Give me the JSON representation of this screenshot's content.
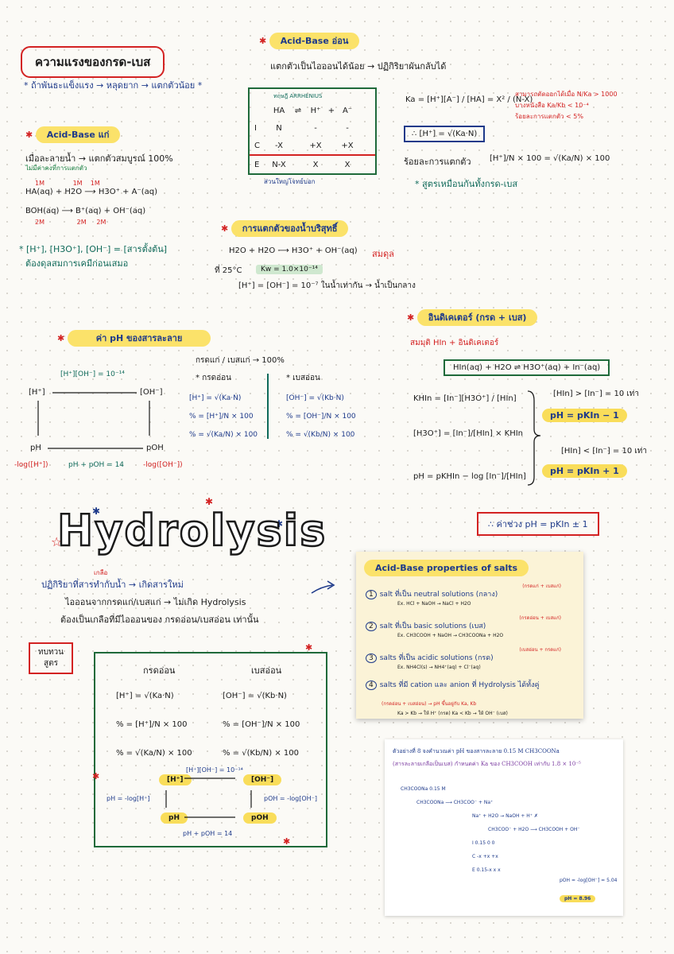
{
  "title": "ความแรงของกรด-เบส",
  "subtitle": "* ถ้าพันธะแข็งแรง → หลุดยาก → แตกตัวน้อย *",
  "strong": {
    "heading": "Acid-Base แก่",
    "line1": "เมื่อละลายน้ำ → แตกตัวสมบูรณ์ 100%",
    "line1_note": "ไม่มีค่าคงที่การแตกตัว",
    "eq1_top": "1M              1M    1M",
    "eq1": "HA(aq) + H2O ⟶ H3O⁺ + A⁻(aq)",
    "eq2": "BOH(aq) ⟶ B⁺(aq) + OH⁻(aq)",
    "eq2_bottom": "2M                2M     2M",
    "note1": "* [H⁺], [H3O⁺], [OH⁻] = [สารตั้งต้น]",
    "note2": "ต้องดุลสมการเคมีก่อนเสมอ"
  },
  "weak": {
    "heading": "Acid-Base อ่อน",
    "line1": "แตกตัวเป็นไอออนได้น้อย → ปฏิกิริยาผันกลับได้",
    "table_note": "ทฤษฎี ARRHENIUS",
    "table_rows": [
      [
        "",
        "HA",
        "⇌",
        "H⁺",
        "+",
        "A⁻"
      ],
      [
        "I",
        "N",
        "",
        "-",
        "",
        "-"
      ],
      [
        "C",
        "-X",
        "",
        "+X",
        "",
        "+X"
      ],
      [
        "E",
        "N-X",
        "",
        "X",
        "",
        "X"
      ]
    ],
    "table_note2": "ส่วนใหญ่โจทย์บอก",
    "ka_eq": "Ka = [H⁺][A⁻] / [HA] = X² / (N-X)",
    "ka_note1": "สามารถตัดออกได้เมื่อ N/Ka > 1000",
    "ka_note2": "บางหนังสือ Ka/Kb < 10⁻⁴",
    "ka_note3": "ร้อยละการแตกตัว < 5%",
    "h_eq": "∴ [H⁺] = √(Ka·N)",
    "percent_label": "ร้อยละการแตกตัว",
    "percent_eq": "[H⁺]/N × 100 = √(Ka/N) × 100",
    "summary": "* สูตรเหมือนกันทั้งกรด-เบส"
  },
  "water": {
    "heading": "การแตกตัวของน้ำบริสุทธิ์",
    "eq": "H2O + H2O ⟶ H3O⁺ + OH⁻(aq)",
    "balance": "สมดุล",
    "kw_prefix": "ที่ 25°C",
    "kw": "Kw = 1.0×10⁻¹⁴",
    "neutral": "[H⁺] = [OH⁻] = 10⁻⁷  ในน้ำเท่ากัน → น้ำเป็นกลาง"
  },
  "ph": {
    "heading": "ค่า pH ของสารละลาย",
    "product": "[H⁺][OH⁻] = 10⁻¹⁴",
    "h": "[H⁺]",
    "oh": "[OH⁻]",
    "ph": "pH",
    "poh": "pOH",
    "log_h": "-log([H⁺])",
    "sum": "pH + pOH = 14",
    "log_oh": "-log([OH⁻])",
    "strong_note": "กรดแก่ / เบสแก่ → 100%",
    "weak_acid": "* กรดอ่อน",
    "weak_base": "* เบสอ่อน",
    "acid_lines": [
      "[H⁺] = √(Ka·N)",
      "% = [H⁺]/N × 100",
      "% = √(Ka/N) × 100"
    ],
    "base_lines": [
      "[OH⁻] = √(Kb·N)",
      "% = [OH⁻]/N × 100",
      "% = √(Kb/N) × 100"
    ]
  },
  "indicator": {
    "heading": "อินดิเคเตอร์ (กรด + เบส)",
    "assume": "สมมุติ HIn + อินดิเคเตอร์",
    "eq": "HIn(aq) + H2O ⇌ H3O⁺(aq) + In⁻(aq)",
    "k": "KHIn = [In⁻][H3O⁺] / [HIn]",
    "h3o": "[H3O⁺] = [In⁻]/[HIn] × KHIn",
    "ph": "pH = pKHIn − log [In⁻]/[HIn]",
    "cond1": "[HIn] > [In⁻] = 10 เท่า",
    "res1": "pH = pKIn − 1",
    "cond2": "[HIn] < [In⁻] = 10 เท่า",
    "res2": "pH = pKIn + 1",
    "range": "∴ ค่าช่วง pH = pKIn ± 1"
  },
  "hydro": {
    "title": "Hydrolysis",
    "salt_note": "เกลือ",
    "line1": "ปฏิกิริยาที่สารทำกับน้ำ → เกิดสารใหม่",
    "line2": "ไอออนจากกรดแก่/เบสแก่ → ไม่เกิด Hydrolysis",
    "line3": "ต้องเป็นเกลือที่มีไอออนของ กรดอ่อน/เบสอ่อน เท่านั้น"
  },
  "salts": {
    "heading": "Acid-Base properties of salts",
    "items": [
      {
        "num": "1",
        "main": "salt ที่เป็น neutral solutions (กลาง)",
        "tag": "(กรดแก่ + เบสแก่)",
        "ex": "Ex. HCl + NaOH → NaCl + H2O"
      },
      {
        "num": "2",
        "main": "salt ที่เป็น basic solutions (เบส)",
        "tag": "(กรดอ่อน + เบสแก่)",
        "ex": "Ex. CH3COOH + NaOH → CH3COONa + H2O"
      },
      {
        "num": "3",
        "main": "salts ที่เป็น acidic solutions (กรด)",
        "tag": "(เบสอ่อน + กรดแก่)",
        "ex": "Ex. NH4Cl(s) → NH4⁺(aq) + Cl⁻(aq)"
      },
      {
        "num": "4",
        "main": "salts ที่มี cation และ anion ที่ Hydrolysis ได้ทั้งคู่",
        "tag": "(กรดอ่อน + เบสอ่อน) → pH ขึ้นอยู่กับ Ka, Kb",
        "ex": "Ka > Kb → ให้ H⁺ (กรด)   Ka < Kb → ให้ OH⁻ (เบส)"
      }
    ]
  },
  "review": {
    "label1": "ทบทวน",
    "label2": "สูตร",
    "acid": "กรดอ่อน",
    "base": "เบสอ่อน",
    "acid_lines": [
      "[H⁺] = √(Ka·N)",
      "% = [H⁺]/N × 100",
      "% = √(Ka/N) × 100"
    ],
    "base_lines": [
      "[OH⁻] = √(Kb·N)",
      "% = [OH⁻]/N × 100",
      "% = √(Kb/N) × 100"
    ],
    "product": "[H⁺][OH⁻] = 10⁻¹⁴",
    "h": "[H⁺]",
    "oh": "[OH⁻]",
    "ph_eq": "pH = -log[H⁺]",
    "poh_eq": "pOH = -log[OH⁻]",
    "ph": "pH",
    "poh": "pOH",
    "sum": "pH + pOH = 14"
  },
  "example": {
    "line1": "ตัวอย่างที่ 8  จงคำนวณค่า pH ของสารละลาย 0.15 M CH3COONa",
    "line2": "(สารละลายเกลือเป็นเบส)  กำหนดค่า Ka ของ CH3COOH เท่ากับ 1.8 × 10⁻⁵",
    "work": [
      "CH3COONa  0.15 M",
      "CH3COONa ⟶ CH3COO⁻ + Na⁺",
      "Na⁺ + H2O → NaOH + H⁺ ✗",
      "CH3COO⁻ + H2O ⟶ CH3COOH + OH⁻",
      "I  0.15        0      0",
      "C  -x          +x     +x",
      "E  0.15-x      x      x",
      "pOH = -log[OH⁻] = 5.04",
      "pH = 8.96"
    ]
  }
}
